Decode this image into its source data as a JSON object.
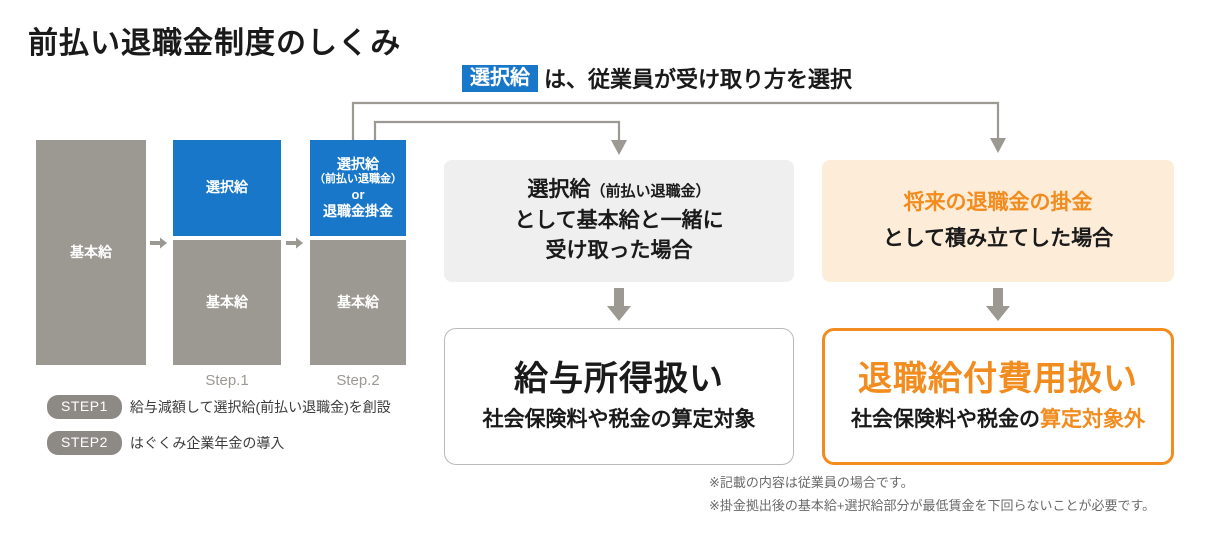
{
  "title": "前払い退職金制度のしくみ",
  "subtitle": {
    "chip": "選択給",
    "text": "は、従業員が受け取り方を選択"
  },
  "bars": {
    "bar0": {
      "label": "基本給"
    },
    "bar1_top": {
      "label": "選択給"
    },
    "bar1_bottom": {
      "label": "基本給"
    },
    "bar2_top": {
      "line1": "選択給",
      "line2": "（前払い退職金）",
      "line3": "or",
      "line4": "退職金掛金"
    },
    "bar2_bottom": {
      "label": "基本給"
    },
    "caption1": "Step.1",
    "caption2": "Step.2"
  },
  "legend": [
    {
      "pill": "STEP1",
      "text": "給与減額して選択給(前払い退職金)を創設"
    },
    {
      "pill": "STEP2",
      "text": "はぐくみ企業年金の導入"
    }
  ],
  "branches": {
    "left": {
      "condition": {
        "line1_main": "選択給",
        "line1_small": "（前払い退職金）",
        "line2": "として基本給と一緒に",
        "line3": "受け取った場合"
      },
      "result": {
        "head": "給与所得扱い",
        "sub_plain": "社会保険料や税金の算定対象",
        "sub_highlight": ""
      }
    },
    "right": {
      "condition": {
        "line1_main": "将来の退職金の掛金",
        "line1_small": "",
        "line2": "として積み立てした場合",
        "line3": ""
      },
      "result": {
        "head": "退職給付費用扱い",
        "sub_plain": "社会保険料や税金の",
        "sub_highlight": "算定対象外"
      }
    }
  },
  "footnotes": [
    "※記載の内容は従業員の場合です。",
    "※掛金拠出後の基本給+選択給部分が最低賃金を下回らないことが必要です。"
  ],
  "colors": {
    "blue": "#1877c9",
    "gray_bar": "#9c9892",
    "orange": "#f28c1e",
    "cream": "#fdecd8",
    "light_gray_box": "#efefef",
    "connector": "#9c9892"
  }
}
